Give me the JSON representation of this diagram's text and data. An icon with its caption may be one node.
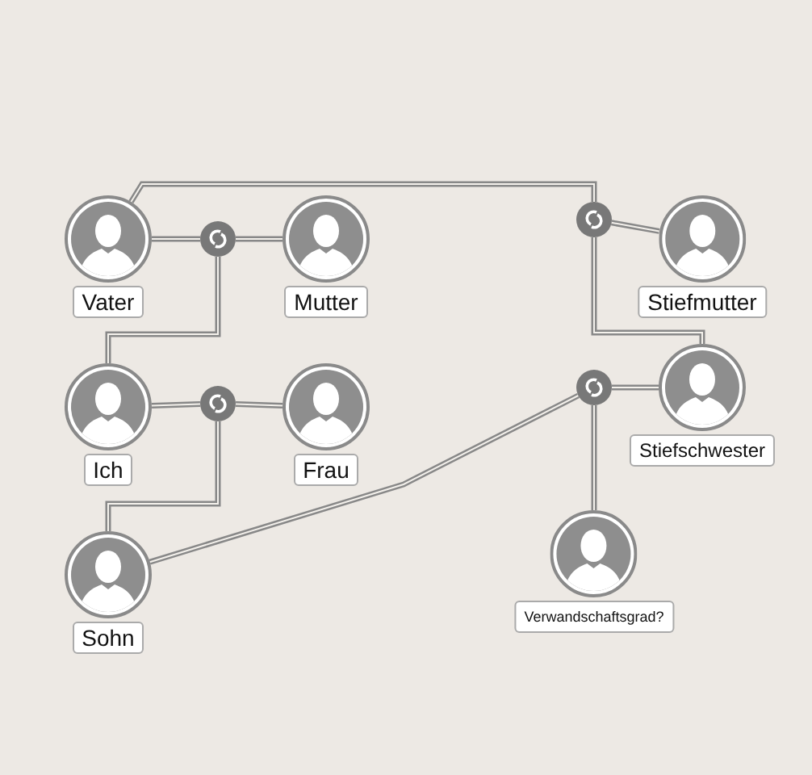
{
  "diagram": {
    "nodes": [
      {
        "text": [
          "Vater"
        ]
      },
      {
        "text": [],
        "shape": "circle"
      },
      {
        "text": [
          "Mutter"
        ]
      },
      {
        "text": [],
        "shape": "circle"
      },
      {
        "text": [
          "Stiefmutter"
        ]
      },
      {
        "text": [
          "Ich"
        ]
      },
      {
        "text": [],
        "shape": "circle"
      },
      {
        "text": [
          "Frau"
        ]
      },
      {
        "text": [],
        "shape": "circle"
      },
      {
        "text": [
          "Stiefschwester"
        ]
      },
      {
        "text": [
          "Sohn"
        ]
      },
      {
        "text": [
          "Verwandschaftsgrad?"
        ]
      }
    ],
    "edges": [
      {
        "from": 0,
        "to": 1,
        "arrow": "none"
      },
      {
        "from": 1,
        "to": 2,
        "arrow": "none"
      },
      {
        "from": 1,
        "to": 5,
        "arrow": "none"
      },
      {
        "from": 0,
        "to": 3,
        "arrow": "none"
      },
      {
        "from": 3,
        "to": 4,
        "arrow": "none"
      },
      {
        "from": 3,
        "to": 9,
        "arrow": "none"
      },
      {
        "from": 5,
        "to": 6,
        "arrow": "none"
      },
      {
        "from": 6,
        "to": 7,
        "arrow": "none"
      },
      {
        "from": 6,
        "to": 10,
        "arrow": "none"
      },
      {
        "from": 10,
        "to": 8,
        "arrow": "none"
      },
      {
        "from": 8,
        "to": 9,
        "arrow": "none"
      },
      {
        "from": 8,
        "to": 11,
        "arrow": "none"
      }
    ]
  }
}
